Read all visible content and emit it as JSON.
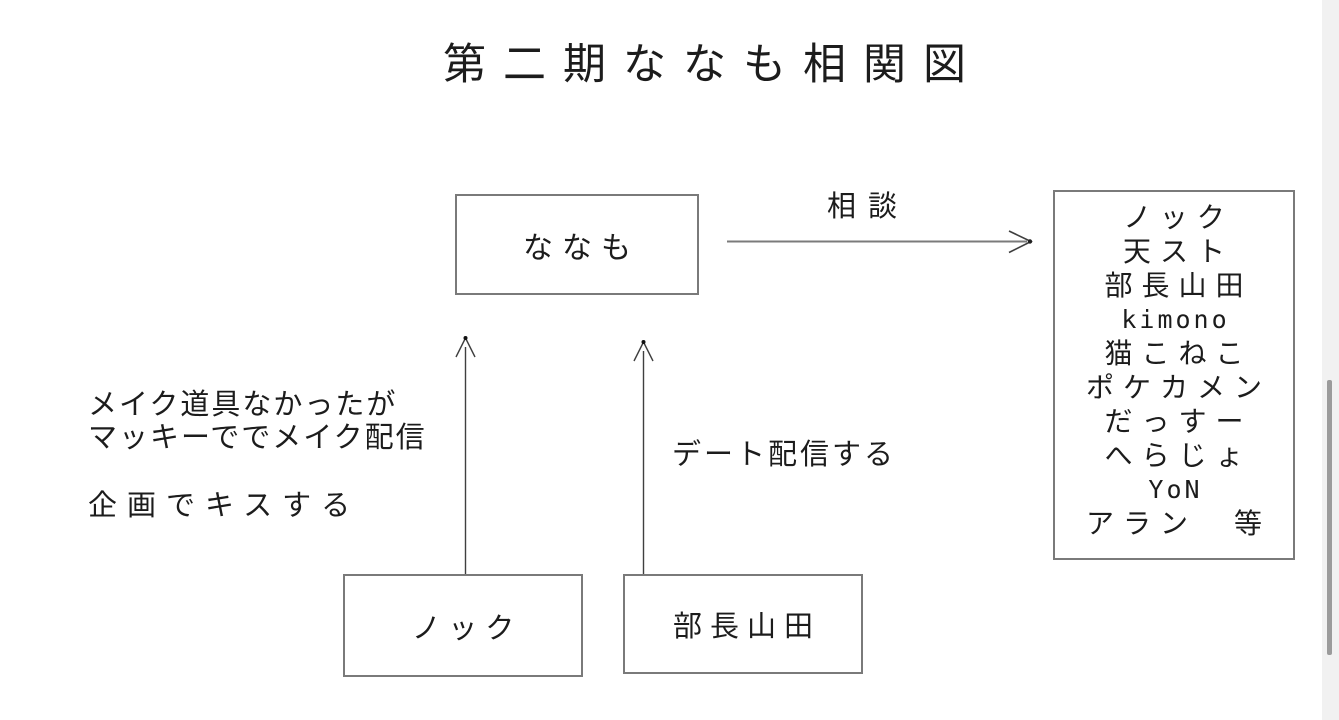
{
  "title": "第二期ななも相関図",
  "nodes": {
    "nanamo": "ななも",
    "knock": "ノック",
    "buchou_yamada": "部長山田"
  },
  "group_box": {
    "members": [
      "ノック",
      "天スト",
      "部長山田",
      "kimono",
      "猫こねこ",
      "ポケカメン",
      "だっすー",
      "へらじょ",
      "YoN",
      "アラン　等"
    ]
  },
  "edge_labels": {
    "consult": "相談",
    "makeup_line1": "メイク道具なかったが",
    "makeup_line2": "マッキーででメイク配信",
    "kiss": "企画でキスする",
    "date": "デート配信する"
  },
  "colors": {
    "background": "#ffffff",
    "text": "#1c1c1c",
    "box_border": "#7a7a7a",
    "arrow_shaft_horizontal": "#7b7b7b",
    "arrow_dark": "#3f3f3f",
    "scrollbar_track": "#f1f1f1",
    "scrollbar_thumb": "#9b9b9b"
  }
}
